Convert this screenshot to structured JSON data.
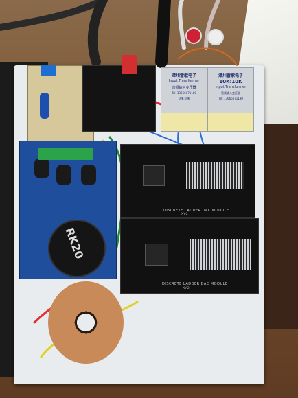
{
  "scene": {
    "dac_module_top": {
      "label": "DISCRETE LADDER DAC MODULE",
      "sub": "XY-2"
    },
    "dac_module_bottom": {
      "label": "DISCRETE LADDER DAC MODULE",
      "sub": "XY-2"
    },
    "transformer_left": {
      "line1": "漳州雷歌电子",
      "line2": "Input Transformer",
      "line3": "音频输入变压器",
      "line4": "Tel: 13666071180",
      "line5": "10K:10K"
    },
    "transformer_right": {
      "line1": "漳州雷歌电子",
      "line2": "10K:10K",
      "line3": "Input Transformer",
      "line4": "音频输入变压器",
      "line5": "Tel: 13666071180"
    },
    "pot_label": "RK20"
  },
  "colors": {
    "pcb_blue": "#1e4e9c",
    "dac_black": "#111111",
    "copper": "#c98a5a"
  }
}
